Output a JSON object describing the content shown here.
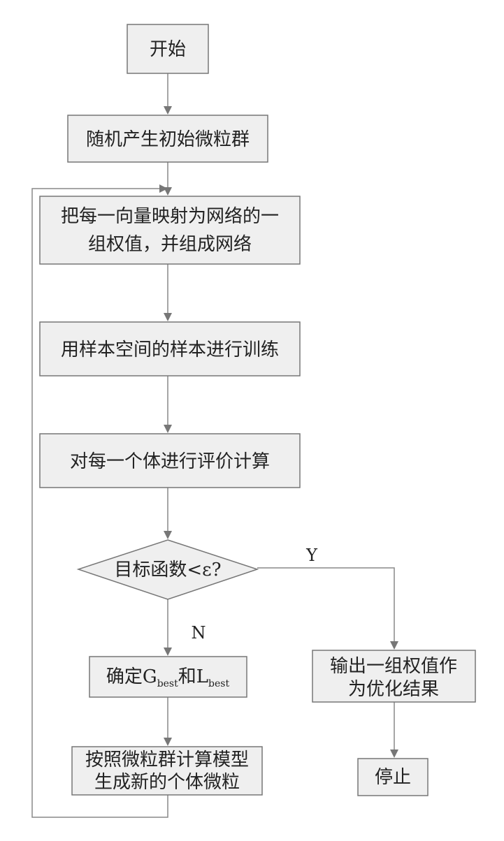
{
  "nodes": {
    "start": "开始",
    "init": "随机产生初始微粒群",
    "map_line1": "把每一向量映射为网络的一",
    "map_line2": "组权值，并组成网络",
    "train": "用样本空间的样本进行训练",
    "evaluate": "对每一个体进行评价计算",
    "decision": "目标函数<ε?",
    "best_prefix": "确定G",
    "best_sub1": "best",
    "best_mid": "和L",
    "best_sub2": "best",
    "update_line1": "按照微粒群计算模型",
    "update_line2": "生成新的个体微粒",
    "output_line1": "输出一组权值作",
    "output_line2": "为优化结果",
    "stop": "停止"
  },
  "edge_labels": {
    "yes": "Y",
    "no": "N"
  }
}
